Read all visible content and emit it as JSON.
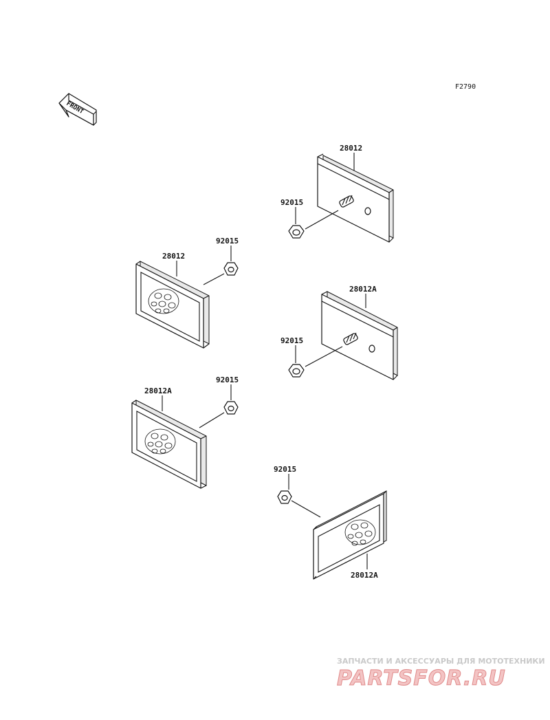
{
  "figure": {
    "id": "F2790"
  },
  "front_arrow": {
    "label": "FRONT"
  },
  "callouts": {
    "top_right_reflector": "28012",
    "top_right_nut": "92015",
    "left_upper_reflector": "28012",
    "left_upper_nut": "92015",
    "mid_right_reflector": "28012A",
    "mid_right_nut": "92015",
    "left_lower_reflector": "28012A",
    "left_lower_nut": "92015",
    "bottom_right_nut": "92015",
    "bottom_right_reflector": "28012A"
  },
  "watermark": {
    "tagline": "ЗАПЧАСТИ И АКСЕССУАРЫ ДЛЯ МОТОТЕХНИКИ",
    "brand": "PARTSFOR.RU"
  }
}
